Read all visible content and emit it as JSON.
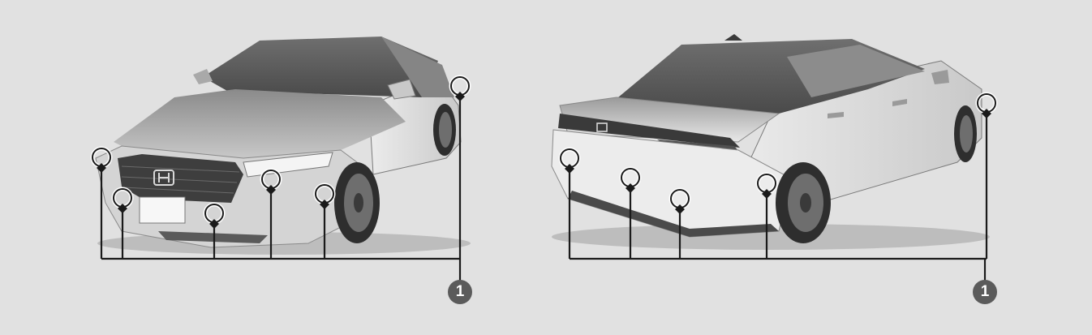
{
  "figure": {
    "background_color": "#e1e1e1",
    "callout_color": "#1a1a1a",
    "badge_color": "#5b5b5b",
    "views": [
      {
        "name": "front-view",
        "sensor_count": 6,
        "callout_label": "1"
      },
      {
        "name": "rear-view",
        "sensor_count": 5,
        "callout_label": "1"
      }
    ]
  }
}
